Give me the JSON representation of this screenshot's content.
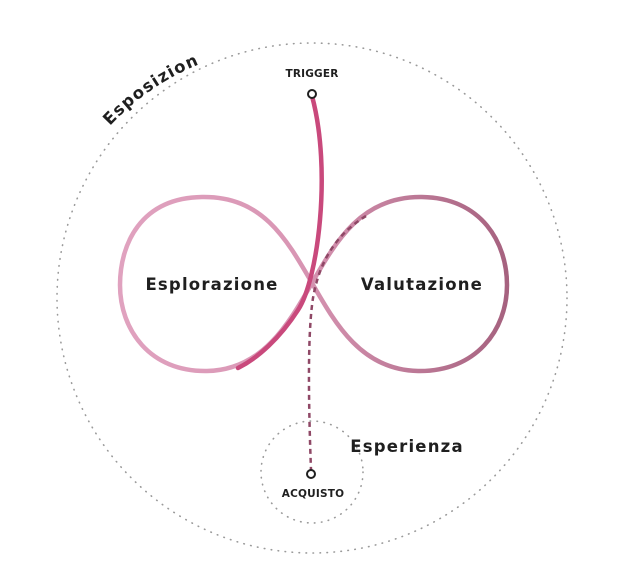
{
  "diagram": {
    "exposure_label": "Esposizione",
    "trigger_label": "TRIGGER",
    "exploration_label": "Esplorazione",
    "evaluation_label": "Valutazione",
    "experience_label": "Esperienza",
    "purchase_label": "ACQUISTO"
  },
  "colors": {
    "exploration_loop": "#e0a2bf",
    "evaluation_loop": "#a6627f",
    "trigger_path": "#c9497c",
    "purchase_path": "#8f4866",
    "dotted_outline": "#9a9a9a",
    "text": "#1f1f1f"
  }
}
